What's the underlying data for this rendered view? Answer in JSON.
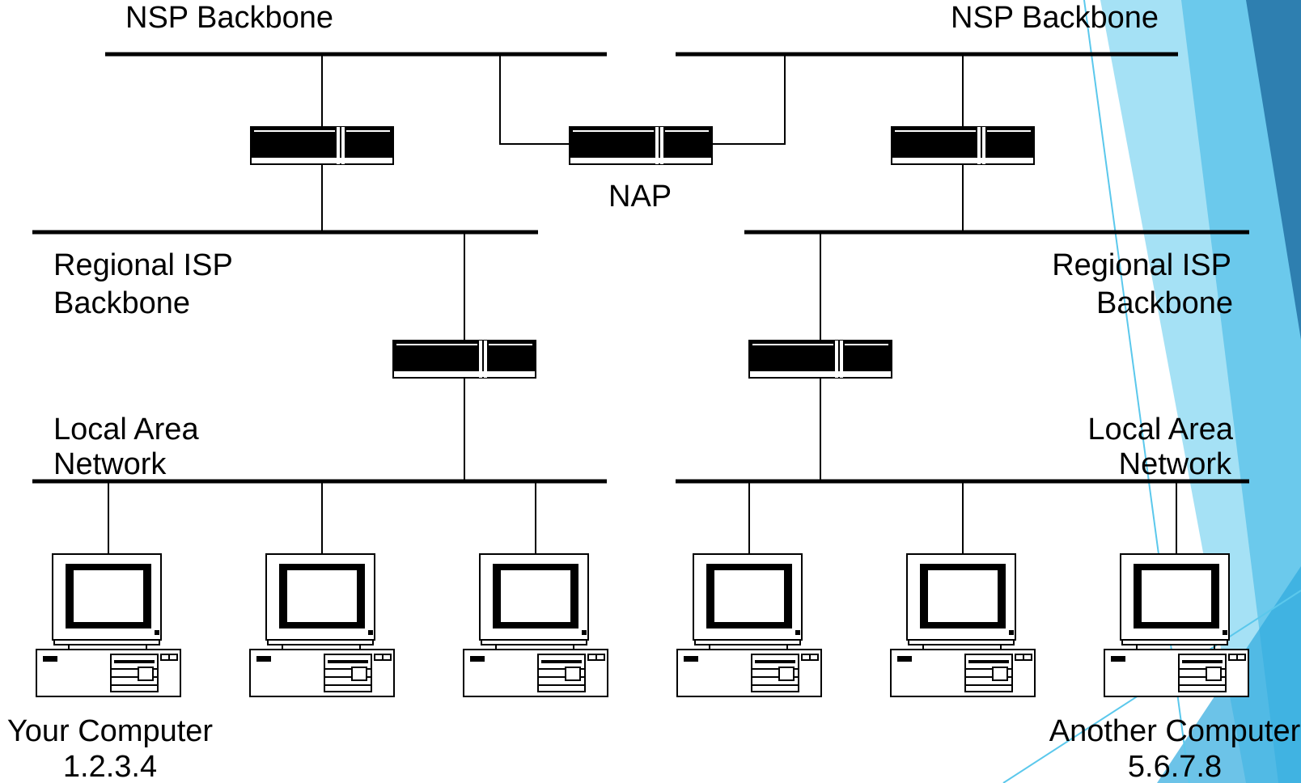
{
  "labels": {
    "nsp_left": "NSP Backbone",
    "nsp_right": "NSP Backbone",
    "nap": "NAP",
    "regional_left_1": "Regional ISP",
    "regional_left_2": "Backbone",
    "regional_right_1": "Regional ISP",
    "regional_right_2": "Backbone",
    "lan_left_1": "Local Area",
    "lan_left_2": "Network",
    "lan_right_1": "Local Area",
    "lan_right_2": "Network",
    "your_computer": "Your Computer",
    "your_ip": "1.2.3.4",
    "another_computer": "Another Computer",
    "another_ip": "5.6.7.8"
  },
  "colors": {
    "line": "#000000",
    "decor_blue": "#5bc8ec",
    "decor_dark": "#2e7fb0"
  }
}
